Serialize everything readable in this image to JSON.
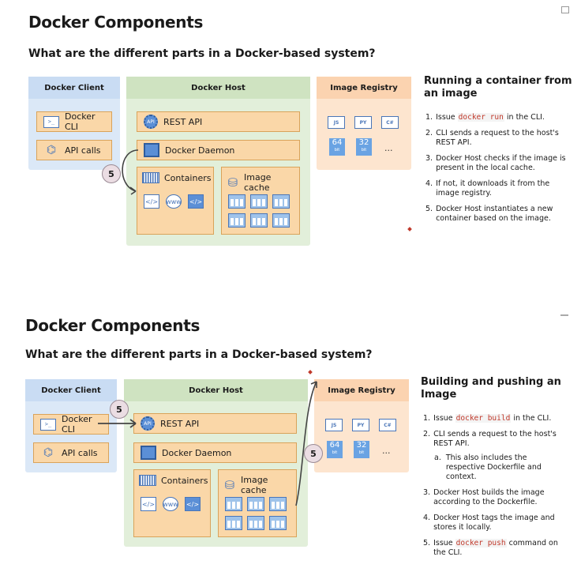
{
  "slide1": {
    "title": "Docker Components",
    "subtitle": "What are the different parts in a Docker-based system?",
    "client": {
      "header": "Docker Client",
      "cli": "Docker CLI",
      "api_calls": "API calls"
    },
    "host": {
      "header": "Docker Host",
      "rest_api": "REST API",
      "daemon": "Docker Daemon",
      "containers": "Containers",
      "image_cache": "Image cache"
    },
    "registry": {
      "header": "Image Registry",
      "tags": [
        "JS",
        "PY",
        "C#"
      ],
      "nums": [
        {
          "n": "64",
          "u": "bit"
        },
        {
          "n": "32",
          "u": "bit"
        }
      ],
      "more": "..."
    },
    "step_badge": "5",
    "side_title": "Running a container from an image",
    "steps": [
      {
        "num": "1.",
        "pre": "Issue ",
        "code": "docker run",
        "post": " in the CLI."
      },
      {
        "num": "2.",
        "text": "CLI sends a request to the host's REST API."
      },
      {
        "num": "3.",
        "text": "Docker Host checks if the image is present in the local cache."
      },
      {
        "num": "4.",
        "text": "If not, it downloads it from the image registry."
      },
      {
        "num": "5.",
        "text": "Docker Host instantiates a new container based on the image."
      }
    ]
  },
  "slide2": {
    "title": "Docker Components",
    "subtitle": "What are the different parts in a Docker-based system?",
    "client": {
      "header": "Docker Client",
      "cli": "Docker CLI",
      "api_calls": "API calls"
    },
    "host": {
      "header": "Docker Host",
      "rest_api": "REST API",
      "daemon": "Docker Daemon",
      "containers": "Containers",
      "image_cache": "Image cache"
    },
    "registry": {
      "header": "Image Registry",
      "tags": [
        "JS",
        "PY",
        "C#"
      ],
      "nums": [
        {
          "n": "64",
          "u": "bit"
        },
        {
          "n": "32",
          "u": "bit"
        }
      ],
      "more": "..."
    },
    "step_badges": [
      "5",
      "5"
    ],
    "side_title": "Building and pushing an Image",
    "steps": [
      {
        "num": "1.",
        "pre": "Issue ",
        "code": "docker build",
        "post": " in the CLI."
      },
      {
        "num": "2.",
        "text": "CLI sends a request to the host's REST API."
      },
      {
        "num": "a.",
        "text": "This also includes the respective Dockerfile and context.",
        "sub": true
      },
      {
        "num": "3.",
        "text": "Docker Host builds the image according to the Dockerfile."
      },
      {
        "num": "4.",
        "text": "Docker Host tags the image and stores it locally."
      },
      {
        "num": "5.",
        "pre": "Issue ",
        "code": "docker push",
        "post": " command on the CLI."
      }
    ]
  },
  "colors": {
    "client": "#dbe8f7",
    "host": "#e2efda",
    "registry": "#fde5cf",
    "item": "#fad7a8",
    "accent": "#4a76b8",
    "code": "#c0392b"
  }
}
